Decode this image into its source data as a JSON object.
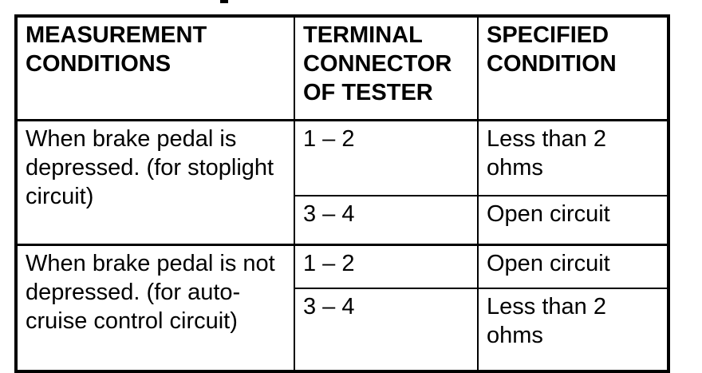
{
  "colors": {
    "background": "#ffffff",
    "border": "#000000",
    "text": "#000000"
  },
  "table": {
    "headers": [
      "MEASUREMENT CONDITIONS",
      "TERMINAL CONNECTOR OF TESTER",
      "SPECIFIED CONDITION"
    ],
    "groups": [
      {
        "condition": "When brake pedal is depressed. (for stoplight circuit)",
        "rows": [
          {
            "terminals": "1 – 2",
            "specified": "Less than 2 ohms"
          },
          {
            "terminals": "3 – 4",
            "specified": "Open circuit"
          }
        ]
      },
      {
        "condition": "When brake pedal is not depressed. (for auto-cruise control circuit)",
        "rows": [
          {
            "terminals": "1 – 2",
            "specified": "Open circuit"
          },
          {
            "terminals": "3 – 4",
            "specified": "Less than 2 ohms"
          }
        ]
      }
    ]
  }
}
